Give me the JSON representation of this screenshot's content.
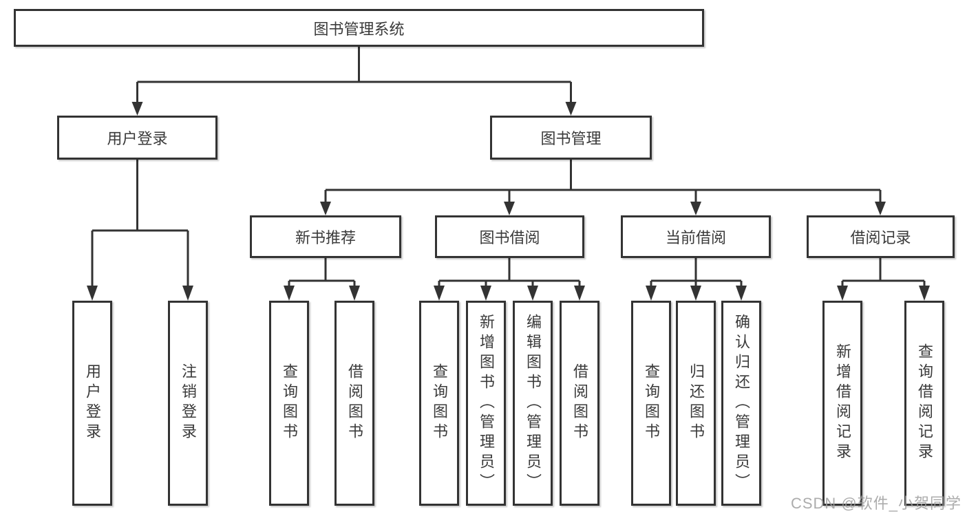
{
  "tree": {
    "root": {
      "label": "图书管理系统"
    },
    "user_login": {
      "label": "用户登录",
      "children": [
        {
          "label": "用户登录"
        },
        {
          "label": "注销登录"
        }
      ]
    },
    "book_mgmt": {
      "label": "图书管理"
    },
    "new_book": {
      "label": "新书推荐",
      "children": [
        {
          "label": "查询图书"
        },
        {
          "label": "借阅图书"
        }
      ]
    },
    "book_borrow": {
      "label": "图书借阅",
      "children": [
        {
          "label": "查询图书"
        },
        {
          "label": "新增图书（管理员）"
        },
        {
          "label": "编辑图书（管理员）"
        },
        {
          "label": "借阅图书"
        }
      ]
    },
    "current_borrow": {
      "label": "当前借阅",
      "children": [
        {
          "label": "查询图书"
        },
        {
          "label": "归还图书"
        },
        {
          "label": "确认归还（管理员）"
        }
      ]
    },
    "borrow_record": {
      "label": "借阅记录",
      "children": [
        {
          "label": "新增借阅记录"
        },
        {
          "label": "查询借阅记录"
        }
      ]
    }
  },
  "watermark": {
    "text": "CSDN @软件_小贺同学"
  },
  "colors": {
    "line": "#333333",
    "node_border": "#333333",
    "text": "#3a3a3a",
    "background": "#ffffff",
    "watermark": "#9e9e9e"
  }
}
